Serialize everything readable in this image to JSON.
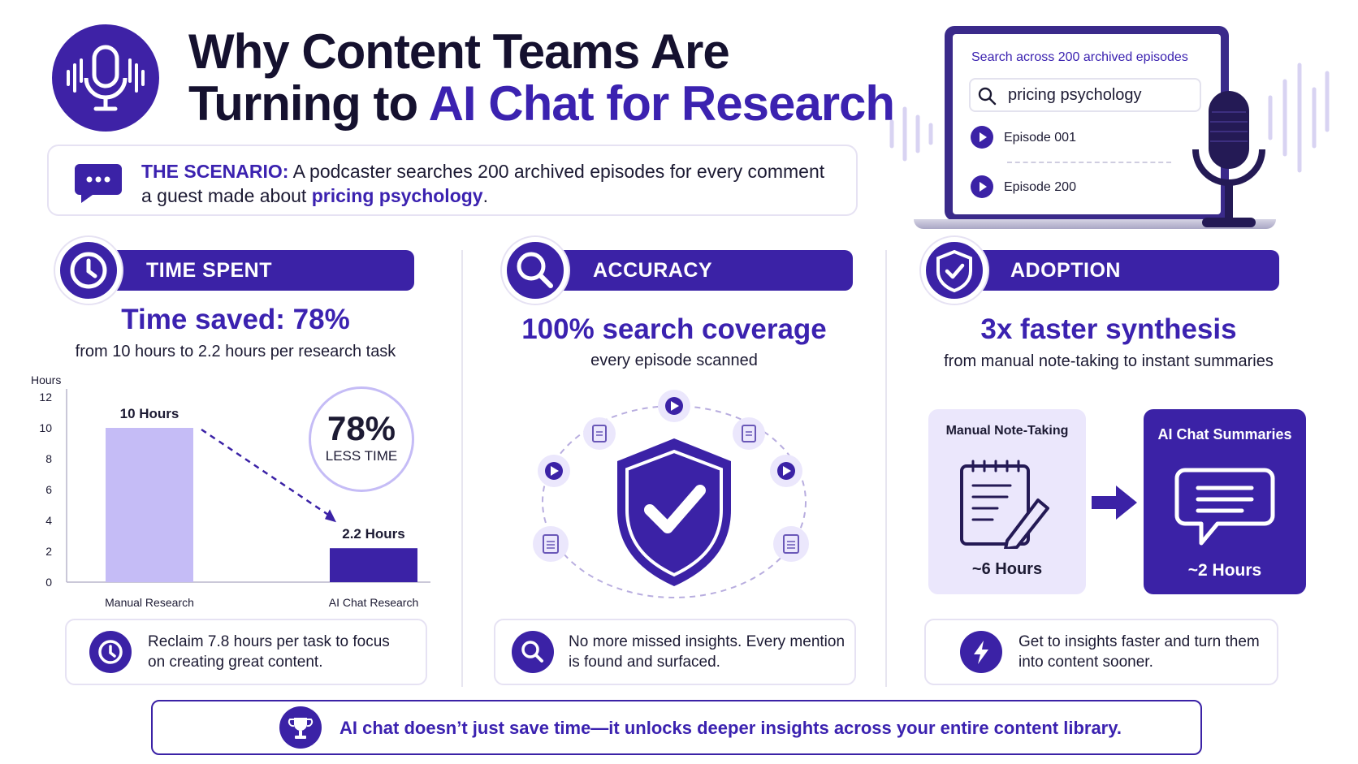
{
  "header": {
    "title_line1": "Why Content Teams Are",
    "title_line2_prefix": "Turning to ",
    "title_line2_accent": "AI Chat for Research"
  },
  "scenario": {
    "label": "THE SCENARIO:",
    "text_part1": " A podcaster searches 200 archived episodes for every comment a guest made about ",
    "highlight": "pricing psychology",
    "text_end": "."
  },
  "laptop": {
    "search_label": "Search across 200 archived episodes",
    "query": "pricing psychology",
    "episodes": [
      "Episode 001",
      "Episode 200"
    ]
  },
  "sections": {
    "time": {
      "label": "TIME SPENT",
      "stat": "Time saved: 78%",
      "sub": "from 10 hours to 2.2 hours per research task",
      "badge_value": "78%",
      "badge_label": "LESS TIME",
      "callout": "Reclaim 7.8 hours per task to focus on creating great content."
    },
    "accuracy": {
      "label": "ACCURACY",
      "stat": "100% search coverage",
      "sub": "every episode scanned",
      "callout": "No more missed insights. Every mention is found and surfaced."
    },
    "adoption": {
      "label": "ADOPTION",
      "stat": "3x faster synthesis",
      "sub": "from manual note-taking to instant summaries",
      "manual_title": "Manual Note-Taking",
      "manual_value": "~6 Hours",
      "ai_title": "AI Chat Summaries",
      "ai_value": "~2 Hours",
      "callout": "Get to insights faster and turn them into content sooner."
    }
  },
  "chart_data": {
    "type": "bar",
    "categories": [
      "Manual Research",
      "AI Chat Research"
    ],
    "values": [
      10,
      2.2
    ],
    "data_labels": [
      "10 Hours",
      "2.2 Hours"
    ],
    "ylabel": "Hours",
    "ylim": [
      0,
      12
    ],
    "yticks": [
      0,
      2,
      4,
      6,
      8,
      10,
      12
    ],
    "colors": [
      "#c5bcf6",
      "#3b22a6"
    ],
    "grid": false
  },
  "banner": {
    "text": "AI chat doesn’t just save time—it unlocks deeper insights across your entire content library."
  },
  "colors": {
    "primary": "#3b22a6",
    "light": "#ebe7fc",
    "bar_light": "#c5bcf6"
  }
}
